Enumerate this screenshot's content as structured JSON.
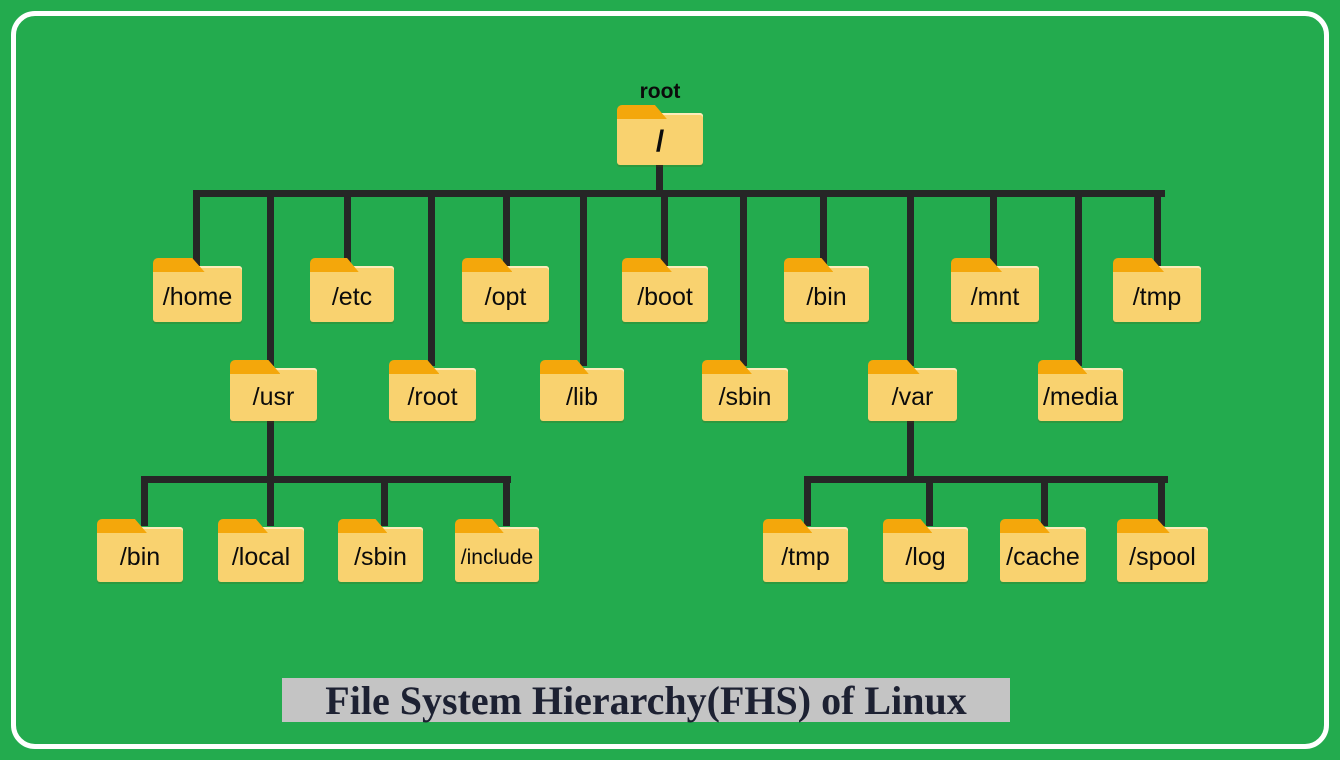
{
  "title": {
    "text": "File System Hierarchy(FHS) of Linux"
  },
  "root_caption": "root",
  "nodes": {
    "root": {
      "label": "/"
    },
    "home": {
      "label": "/home"
    },
    "etc": {
      "label": "/etc"
    },
    "opt": {
      "label": "/opt"
    },
    "boot": {
      "label": "/boot"
    },
    "bin": {
      "label": "/bin"
    },
    "mnt": {
      "label": "/mnt"
    },
    "tmp": {
      "label": "/tmp"
    },
    "usr": {
      "label": "/usr"
    },
    "root_home": {
      "label": "/root"
    },
    "lib": {
      "label": "/lib"
    },
    "sbin": {
      "label": "/sbin"
    },
    "var": {
      "label": "/var"
    },
    "media": {
      "label": "/media"
    },
    "usr_bin": {
      "label": "/bin"
    },
    "usr_local": {
      "label": "/local"
    },
    "usr_sbin": {
      "label": "/sbin"
    },
    "usr_include": {
      "label": "/include"
    },
    "var_tmp": {
      "label": "/tmp"
    },
    "var_log": {
      "label": "/log"
    },
    "var_cache": {
      "label": "/cache"
    },
    "var_spool": {
      "label": "/spool"
    }
  },
  "hierarchy": {
    "/": [
      "/home",
      "/etc",
      "/opt",
      "/boot",
      "/bin",
      "/mnt",
      "/tmp",
      "/usr",
      "/root",
      "/lib",
      "/sbin",
      "/var",
      "/media"
    ],
    "/usr": [
      "/bin",
      "/local",
      "/sbin",
      "/include"
    ],
    "/var": [
      "/tmp",
      "/log",
      "/cache",
      "/spool"
    ]
  },
  "colors": {
    "background": "#23AB4E",
    "frame_border": "#FFFFFF",
    "folder_body": "#F9D26F",
    "folder_tab": "#F4A70B",
    "connector": "#262626",
    "title_background": "#C4C4C4",
    "title_text": "#1D2132"
  }
}
